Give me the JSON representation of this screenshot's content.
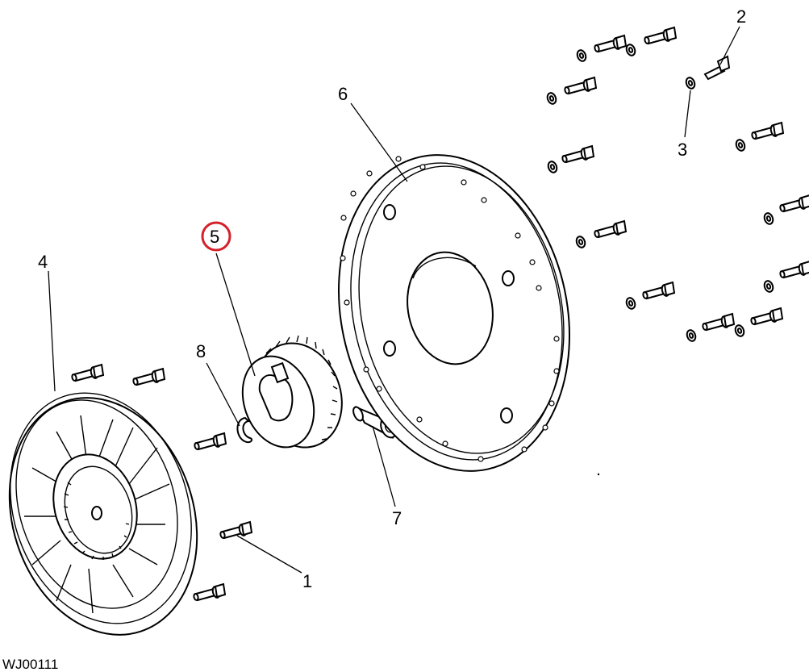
{
  "diagram": {
    "drawing_id": "WJ00111",
    "highlight_color": "#d4202a",
    "callouts": [
      {
        "id": "1",
        "label": "1",
        "highlighted": false
      },
      {
        "id": "2",
        "label": "2",
        "highlighted": false
      },
      {
        "id": "3",
        "label": "3",
        "highlighted": false
      },
      {
        "id": "4",
        "label": "4",
        "highlighted": false
      },
      {
        "id": "5",
        "label": "5",
        "highlighted": true
      },
      {
        "id": "6",
        "label": "6",
        "highlighted": false
      },
      {
        "id": "7",
        "label": "7",
        "highlighted": false
      },
      {
        "id": "8",
        "label": "8",
        "highlighted": false
      }
    ]
  }
}
